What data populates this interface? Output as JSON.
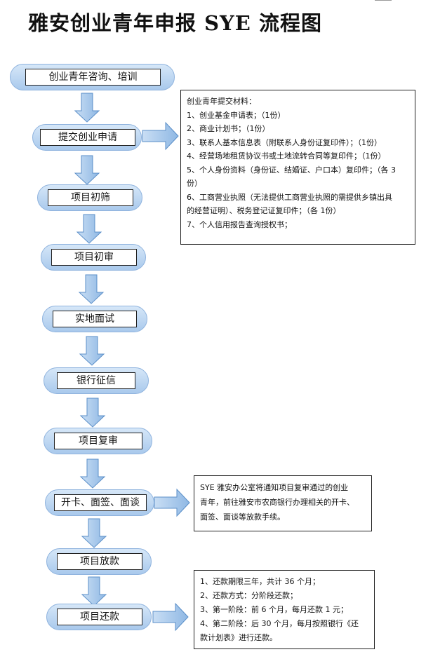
{
  "title": "雅安创业青年申报 SYE 流程图",
  "steps": [
    "创业青年咨询、培训",
    "提交创业申请",
    "项目初筛",
    "项目初审",
    "实地面试",
    "银行征信",
    "项目复审",
    "开卡、面签、面谈",
    "项目放款",
    "项目还款"
  ],
  "materials": {
    "heading": "创业青年提交材料：",
    "lines": [
      "1、创业基金申请表；（1份）",
      "2、商业计划书；（1份）",
      "3、联系人基本信息表（附联系人身份证复印件）；（1份）",
      "4、经营场地租赁协议书或土地流转合同等复印件；（1份）",
      "5、个人身份资料（身份证、结婚证、户口本）复印件；（各 3",
      "份）",
      "6、工商营业执照（无法提供工商营业执照的需提供乡镇出具",
      "的经营证明）、税务登记证复印件；（各 1份）",
      "7、个人信用报告查询授权书；"
    ]
  },
  "notice": {
    "lines": [
      "SYE 雅安办公室将通知项目复审通过的创业",
      "青年，前往雅安市农商银行办理相关的开卡、",
      "面签、面谈等放款手续。"
    ]
  },
  "repayment": {
    "lines": [
      "1、还款期限三年，共计 36 个月；",
      "2、还款方式：分阶段还款；",
      "3、第一阶段：前 6 个月，每月还款 1 元；",
      "4、第二阶段：后 30 个月，每月按照银行《还",
      "款计划表》进行还款。"
    ]
  },
  "colors": {
    "arrow_fill": "#a6c8ea",
    "arrow_stroke": "#5b8fc8",
    "step_bg": "#bdd7f2"
  }
}
